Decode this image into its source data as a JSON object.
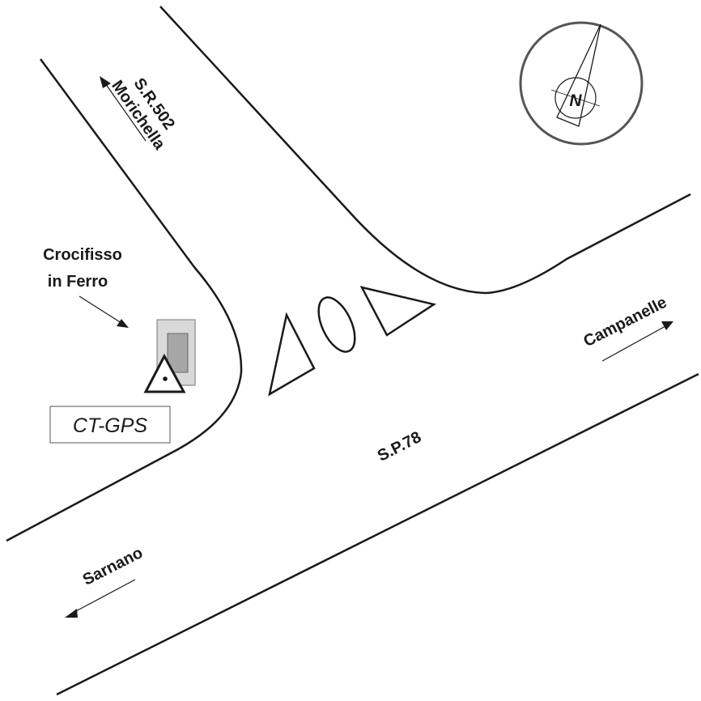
{
  "map": {
    "roads": {
      "main_road": "S.P.78",
      "side_road_number": "S.R.502",
      "side_road_name": "Morichella"
    },
    "destinations": {
      "east": "Campanelle",
      "southwest": "Sarnano"
    },
    "landmark": {
      "line1": "Crocifisso",
      "line2": "in Ferro"
    },
    "station": {
      "label": "CT-GPS"
    },
    "compass": {
      "north_label": "N"
    }
  }
}
